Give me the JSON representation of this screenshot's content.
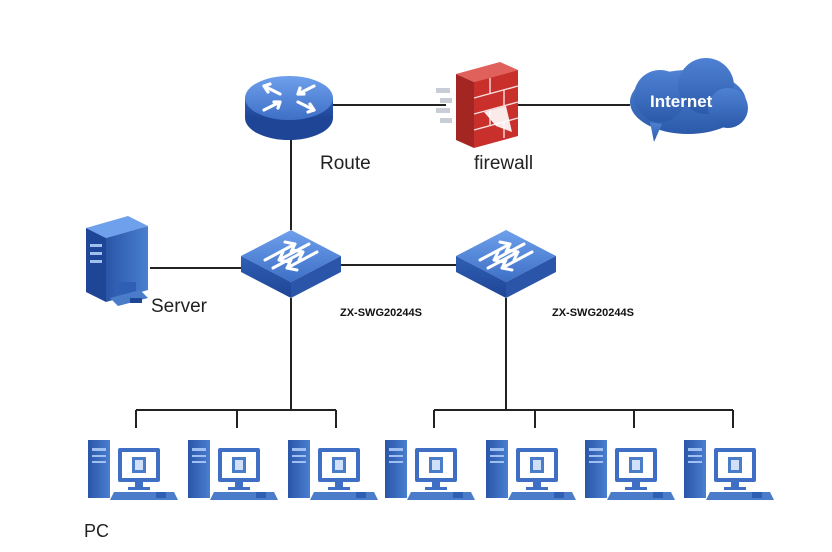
{
  "nodes": {
    "router": {
      "label": "Route"
    },
    "firewall": {
      "label": "firewall"
    },
    "internet": {
      "label": "Internet"
    },
    "server": {
      "label": "Server"
    },
    "switch_left": {
      "label": "ZX-SWG20244S"
    },
    "switch_right": {
      "label": "ZX-SWG20244S"
    },
    "pc_group": {
      "label": "PC",
      "count": 7
    }
  },
  "colors": {
    "device_blue": "#3f6fc4",
    "device_top": "#5b8fe0",
    "firewall_red": "#c9302c",
    "cloud_blue": "#3a6bc0",
    "line": "#222222"
  }
}
